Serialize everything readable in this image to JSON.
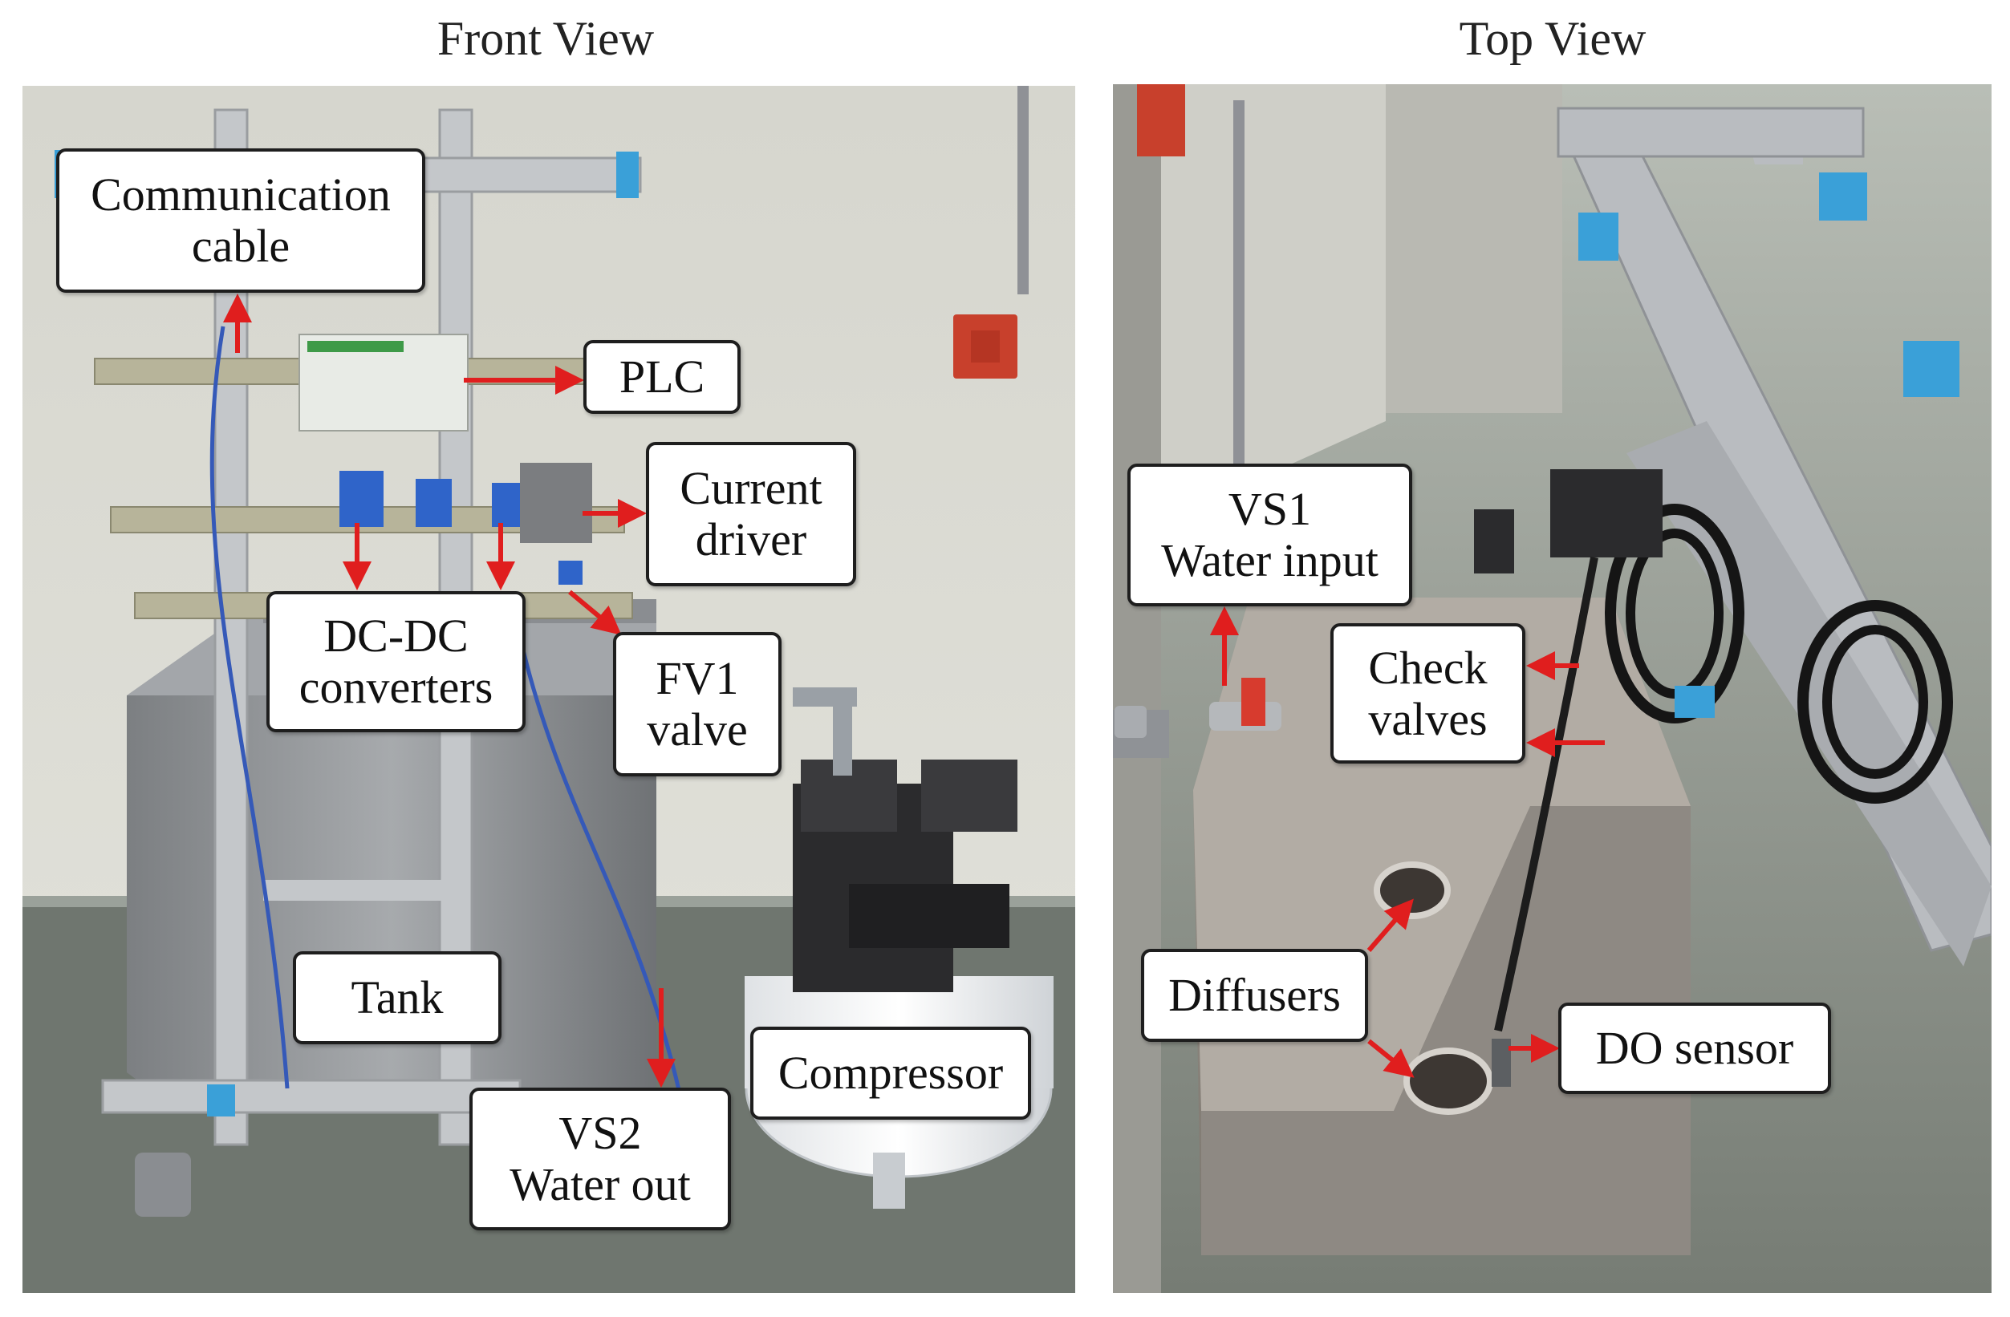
{
  "front_view": {
    "title": "Front View",
    "labels": {
      "communication_cable": "Communication\ncable",
      "plc": "PLC",
      "current_driver": "Current\ndriver",
      "dcdc_converters": "DC-DC\nconverters",
      "fv1_valve": "FV1\nvalve",
      "tank": "Tank",
      "compressor": "Compressor",
      "vs2": "VS2\nWater out"
    }
  },
  "top_view": {
    "title": "Top View",
    "labels": {
      "vs1": "VS1\nWater input",
      "check_valves": "Check\nvalves",
      "diffusers": "Diffusers",
      "do_sensor": "DO sensor"
    }
  },
  "colors": {
    "arrow": "#e01e1e",
    "label_border": "#1e1e1e",
    "aluminum": "#b9bcc0",
    "stainless": "#8c8f93",
    "floor": "#6f766f",
    "wall": "#d9d9d2",
    "blue_accent": "#3aa0d8"
  }
}
